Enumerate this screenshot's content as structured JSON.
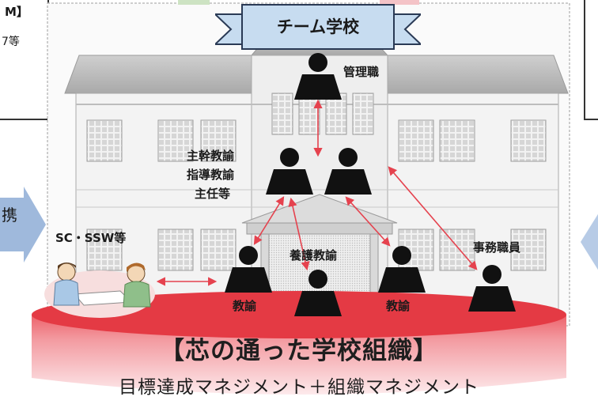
{
  "banner": {
    "title": "チーム学校"
  },
  "left_panel": {
    "top_fragment": "M】",
    "fragment_2": "7等",
    "arrow_label": "携"
  },
  "roles": {
    "management": "管理職",
    "middle_1": "主幹教諭",
    "middle_2": "指導教諭",
    "middle_3": "主任等",
    "sc_ssw": "SC・SSW等",
    "nurse_teacher": "養護教諭",
    "office_staff": "事務職員",
    "teacher_left": "教諭",
    "teacher_right": "教諭"
  },
  "platform": {
    "title": "【芯の通った学校組織】",
    "subtitle": "目標達成マネジメント＋組織マネジメント"
  },
  "colors": {
    "platform_red": "#e8353f",
    "arrow_blue": "#9fb9dc",
    "banner_fill": "#c7dcf0",
    "connector": "#e5424e",
    "silhouette": "#111111"
  }
}
